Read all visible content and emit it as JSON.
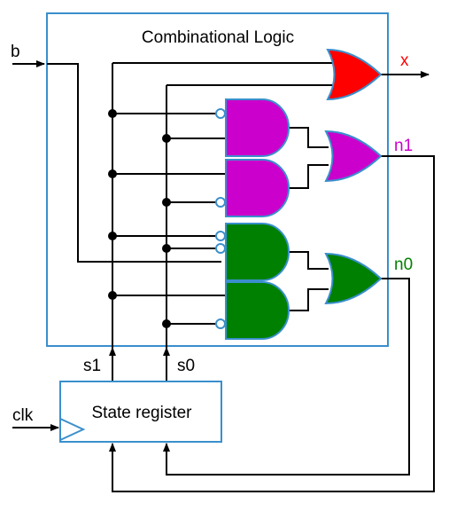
{
  "title": "Combinational Logic",
  "block": {
    "register_label": "State register"
  },
  "inputs": {
    "b": "b",
    "clk": "clk"
  },
  "outputs": {
    "x": "x",
    "n1": "n1",
    "n0": "n0"
  },
  "state_bits": {
    "s1": "s1",
    "s0": "s0"
  },
  "colors": {
    "box_border": "#3a8fcc",
    "or_x_gate": "#ff0000",
    "n1_gates": "#cc00cc",
    "n0_gates": "#008000",
    "label_x": "#ff0000",
    "label_n1": "#cc00cc",
    "label_n0": "#008000",
    "wire": "#000000"
  }
}
